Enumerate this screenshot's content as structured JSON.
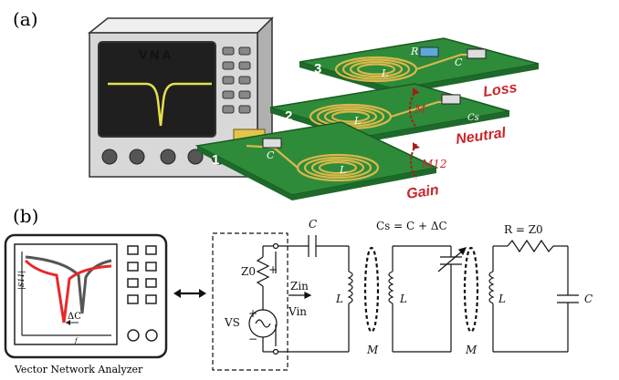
{
  "panels": {
    "a": "(a)",
    "b": "(b)"
  },
  "instrument": {
    "brand": "VNA",
    "caption": "Vector Network Analyzer"
  },
  "boards": [
    {
      "number": "1",
      "inductor": "L",
      "capacitor": "C"
    },
    {
      "number": "2",
      "inductor": "L",
      "capacitor": "Cs"
    },
    {
      "number": "3",
      "inductor": "L",
      "capacitor": "C",
      "resistor": "R"
    }
  ],
  "side_labels": {
    "gain": "Gain",
    "neutral": "Neutral",
    "loss": "Loss"
  },
  "coupling": {
    "m12": "M12",
    "m": "M"
  },
  "screen": {
    "y_label": "|S11|",
    "x_label": "f",
    "delta": "ΔC"
  },
  "circuit": {
    "c1": "C",
    "cs_eq": "Cs = C + ΔC",
    "r_eq": "R = Z0",
    "z0": "Z0",
    "zin": "Zin",
    "vin": "Vin",
    "vs": "VS",
    "plus": "+",
    "minus": "−",
    "l": "L",
    "m": "M",
    "c_end": "C"
  },
  "colors": {
    "board": "#2e8b3a",
    "coil": "#d9b84a",
    "label_red": "#c8272a",
    "vna_body": "#d8d8d8",
    "screen": "#1f1f1f",
    "trace": "#e6e04a",
    "gray_curve": "#555555",
    "red_curve": "#e8282a"
  }
}
